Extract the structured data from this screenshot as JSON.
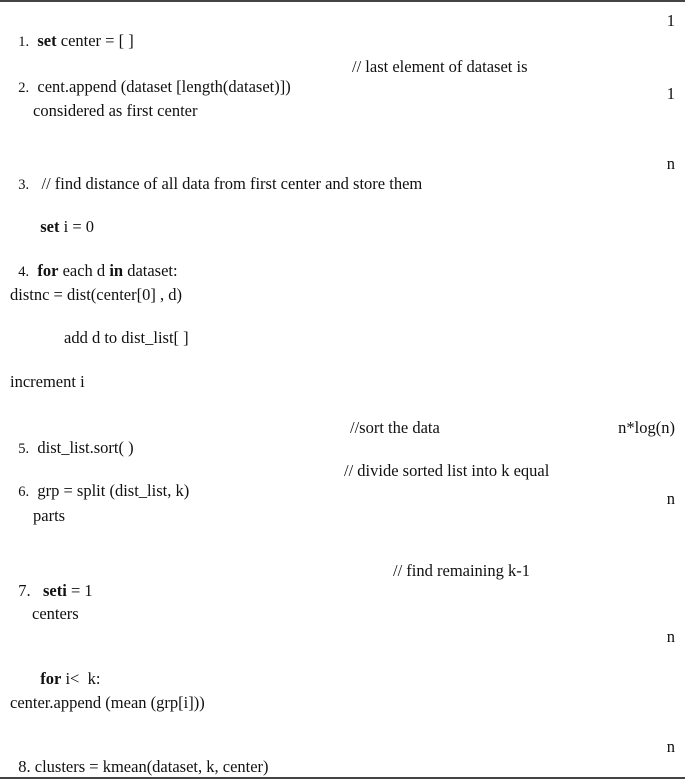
{
  "algorithm": {
    "lines": [
      {
        "num": "1.",
        "kw": "set",
        "text": " center = [ ]"
      },
      {
        "num": "2.",
        "text": "cent.append (dataset [length(dataset)])",
        "comment": "// last element of dataset is"
      },
      {
        "text": "considered as first center"
      },
      {
        "num": "3.",
        "text": "// find distance of all data from first center and store them"
      },
      {
        "kw": "set",
        "text": " i = 0"
      },
      {
        "num": "4.",
        "kw": "for",
        "text1": " each d ",
        "kw2": "in",
        "text2": " dataset:"
      },
      {
        "text": "distnc = dist(center[0] , d)"
      },
      {
        "text": "add d to dist_list[ ]"
      },
      {
        "text": "increment i"
      },
      {
        "num": "5.",
        "text": "dist_list.sort( )",
        "comment": "//sort the data"
      },
      {
        "num": "6.",
        "text": "grp = split (dist_list, k)",
        "comment": "// divide sorted list into k equal"
      },
      {
        "text": "parts"
      },
      {
        "num": "7.",
        "kw": "seti",
        "text": " = 1",
        "comment": "// find remaining k-1"
      },
      {
        "text": "centers"
      },
      {
        "kw": "for",
        "text": " i<  k:"
      },
      {
        "text": "center.append (mean (grp[i]))"
      },
      {
        "num": "8.",
        "text": "clusters = kmean(dataset, k, center)"
      }
    ],
    "complexity": [
      "1",
      "1",
      "n",
      "n*log(n)",
      "n",
      "n",
      "n"
    ]
  }
}
